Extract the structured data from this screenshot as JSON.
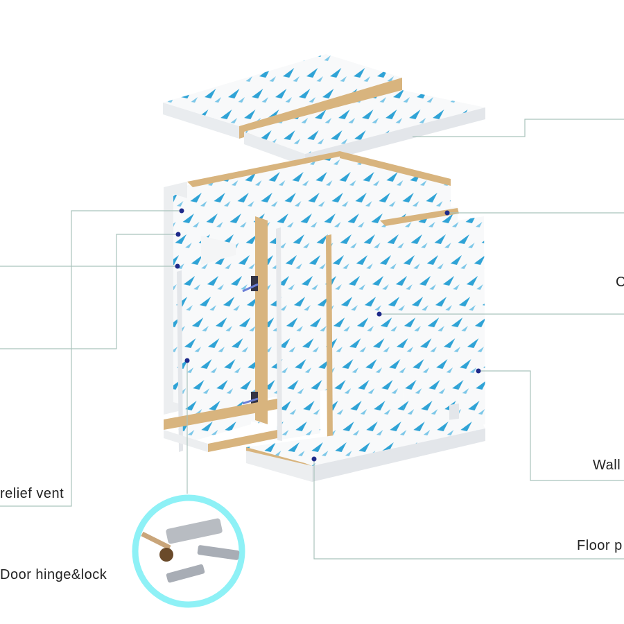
{
  "labels": {
    "pressure_relief_vent": "relief vent",
    "door_hinge_lock": "Door hinge&lock",
    "ceiling_partial": "C",
    "wall_partial": "Wall",
    "floor_partial": "Floor p"
  },
  "colors": {
    "leader_line": "#a9c3bc",
    "panel_face": "#f7f8f9",
    "panel_edge": "#d8b47e",
    "pattern_blue": "#2fa3d6",
    "callout_ring": "#8ef1f6",
    "callout_dot": "#1e2a8a"
  },
  "icons": [
    "hinge-lock-hardware-photo"
  ]
}
